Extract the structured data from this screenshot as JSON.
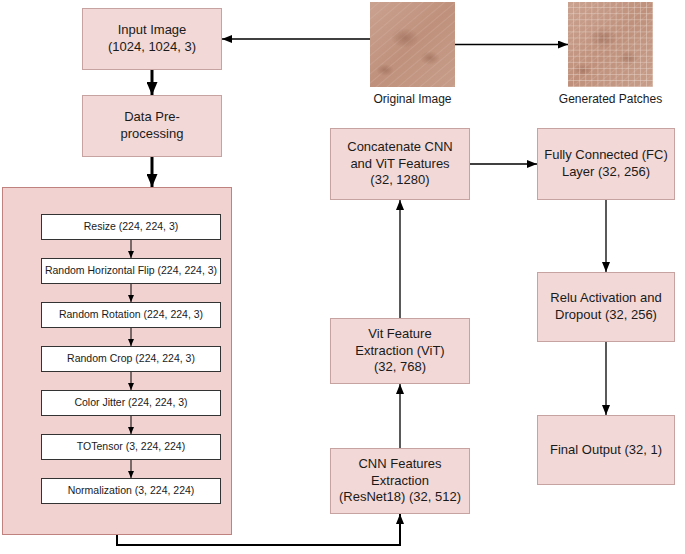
{
  "diagram": {
    "nodes": [
      {
        "text": [
          "Input Image (1024, 1024, 3)"
        ]
      },
      {
        "text": [
          "Original Image"
        ]
      },
      {
        "text": [
          "Generated Patches"
        ]
      },
      {
        "text": [
          "Data Pre-processing"
        ]
      },
      {
        "text": []
      },
      {
        "text": [
          "Resize (224, 224, 3)"
        ],
        "in": 4
      },
      {
        "text": [
          "Random Horizontal Flip (224, 224, 3)"
        ],
        "in": 4
      },
      {
        "text": [
          "Random Rotation (224, 224, 3)"
        ],
        "in": 4
      },
      {
        "text": [
          "Random Crop (224, 224, 3)"
        ],
        "in": 4
      },
      {
        "text": [
          "Color Jitter (224, 224, 3)"
        ],
        "in": 4
      },
      {
        "text": [
          "TOTensor (3, 224, 224)"
        ],
        "in": 4
      },
      {
        "text": [
          "Normalization (3, 224, 224)"
        ],
        "in": 4
      },
      {
        "text": [
          "CNN Features Extraction (ResNet18) (32, 512)"
        ]
      },
      {
        "text": [
          "Vit Feature Extraction (ViT) (32, 768)"
        ]
      },
      {
        "text": [
          "Concatenate CNN and ViT Features (32, 1280)"
        ]
      },
      {
        "text": [
          "Fully Connected (FC) Layer (32, 256)"
        ]
      },
      {
        "text": [
          "Relu Activation and Dropout (32, 256)"
        ]
      },
      {
        "text": [
          "Final Output (32, 1)"
        ]
      }
    ],
    "edges": [
      {
        "from": 1,
        "to": 0,
        "arrow": "to"
      },
      {
        "from": 1,
        "to": 2,
        "arrow": "to"
      },
      {
        "from": 0,
        "to": 3,
        "arrow": "to"
      },
      {
        "from": 3,
        "to": 4,
        "arrow": "to"
      },
      {
        "from": 5,
        "to": 6,
        "arrow": "to"
      },
      {
        "from": 6,
        "to": 7,
        "arrow": "to"
      },
      {
        "from": 7,
        "to": 8,
        "arrow": "to"
      },
      {
        "from": 8,
        "to": 9,
        "arrow": "to"
      },
      {
        "from": 9,
        "to": 10,
        "arrow": "to"
      },
      {
        "from": 10,
        "to": 11,
        "arrow": "to"
      },
      {
        "from": 4,
        "to": 12,
        "arrow": "to"
      },
      {
        "from": 12,
        "to": 13,
        "arrow": "to"
      },
      {
        "from": 13,
        "to": 14,
        "arrow": "to"
      },
      {
        "from": 14,
        "to": 15,
        "arrow": "to"
      },
      {
        "from": 15,
        "to": 16,
        "arrow": "to"
      },
      {
        "from": 16,
        "to": 17,
        "arrow": "to"
      }
    ]
  }
}
